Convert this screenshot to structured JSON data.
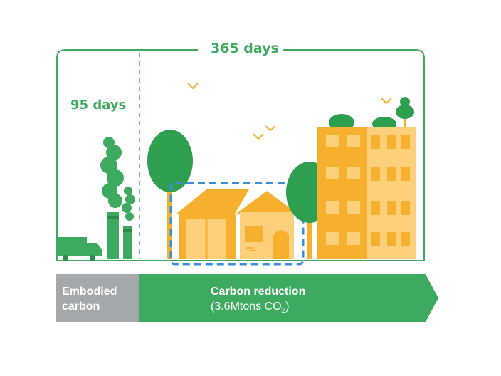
{
  "timeline": {
    "total_label": "365 days",
    "embodied_period_label": "95 days"
  },
  "bar": {
    "embodied_line1": "Embodied",
    "embodied_line2": "carbon",
    "reduction_title": "Carbon reduction",
    "reduction_amount_prefix": "(3.6Mtons CO",
    "reduction_amount_sub": "2",
    "reduction_amount_suffix": ")"
  },
  "colors": {
    "green": "#3daa5f",
    "tree_green": "#2e9e4f",
    "orange": "#f7b02e",
    "light_orange": "#fcd07a",
    "grey": "#a5a8aa",
    "blue_dash": "#3a8fd6"
  },
  "icons": [
    "truck-icon",
    "factory-icon",
    "tree-icon",
    "house-icon",
    "building-icon",
    "bird-icon"
  ]
}
